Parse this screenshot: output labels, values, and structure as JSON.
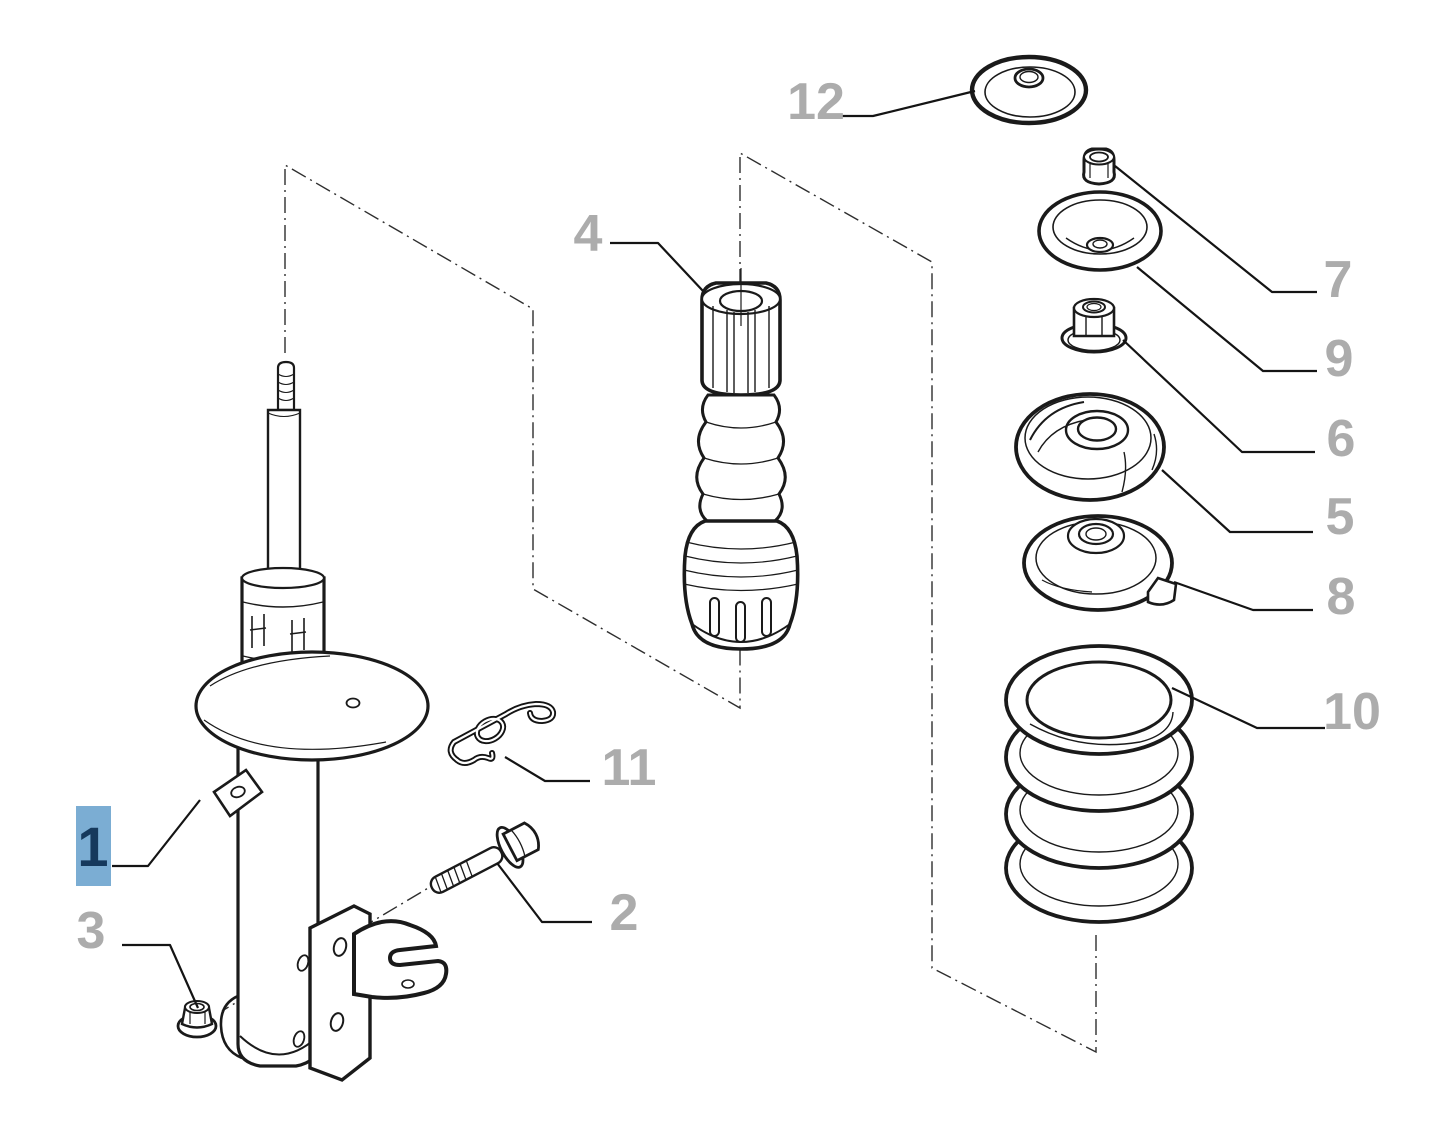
{
  "diagram": {
    "kind": "exploded-parts-diagram",
    "description": "Exploded view of a front suspension strut assembly with numbered callouts",
    "highlighted_callout": "1",
    "colors": {
      "background": "#ffffff",
      "line_art": "#1a1a1a",
      "callout_text": "#acacac",
      "highlight_box": "#7badd3",
      "highlight_text": "#16395c"
    },
    "callouts": {
      "c1": "1",
      "c2": "2",
      "c3": "3",
      "c4": "4",
      "c5": "5",
      "c6": "6",
      "c7": "7",
      "c8": "8",
      "c9": "9",
      "c10": "10",
      "c11": "11",
      "c12": "12"
    }
  }
}
